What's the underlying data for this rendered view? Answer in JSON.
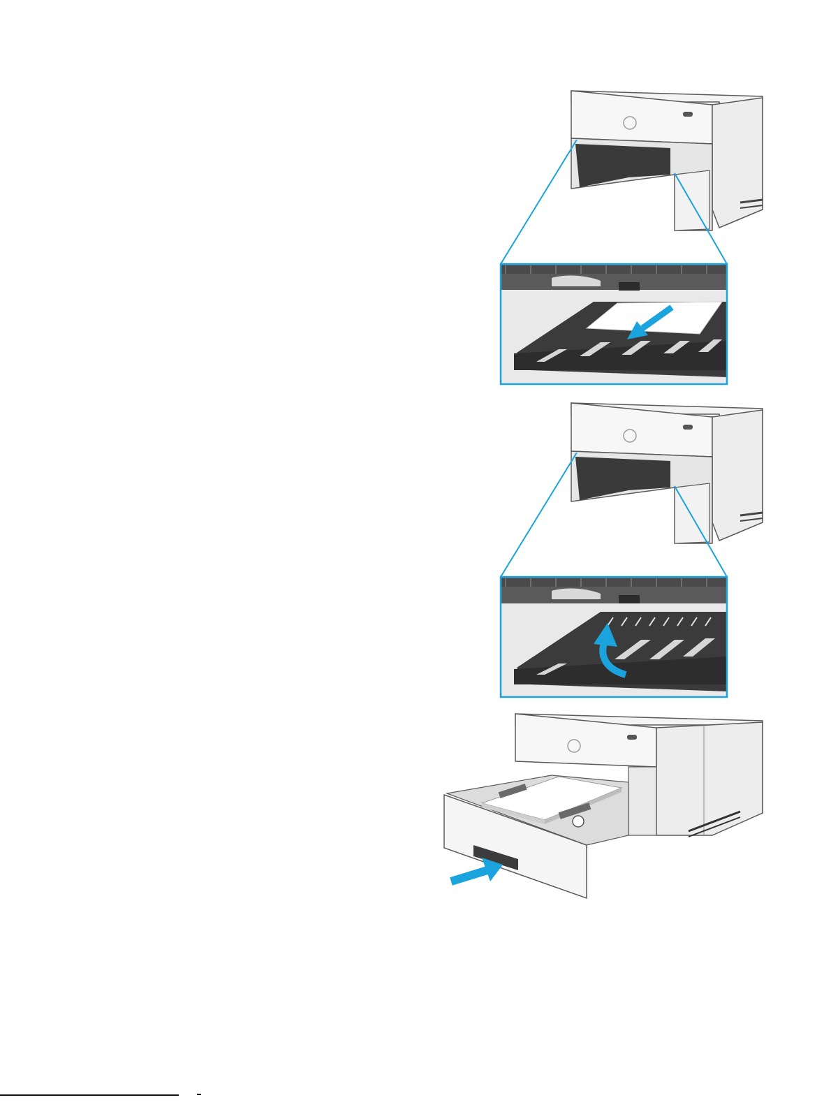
{
  "page": {
    "background": "#ffffff",
    "accent_color": "#1aa3dd",
    "figures": [
      {
        "name": "step-remove-jammed-paper",
        "printer_panel": {
          "logo_icon": "hp-logo-icon"
        },
        "callout": {
          "arrow_icon": "pull-out-arrow-icon",
          "shows": "jammed-sheet"
        }
      },
      {
        "name": "step-lift-duplex-plate",
        "printer_panel": {
          "logo_icon": "hp-logo-icon"
        },
        "callout": {
          "arrow_icon": "curved-up-arrow-icon"
        }
      },
      {
        "name": "step-reinsert-tray",
        "printer_panel": {
          "logo_icon": "hp-logo-icon"
        },
        "tray": {
          "arrow_icon": "push-in-arrow-icon"
        }
      }
    ],
    "footer": {
      "rule_color": "#111111"
    }
  }
}
